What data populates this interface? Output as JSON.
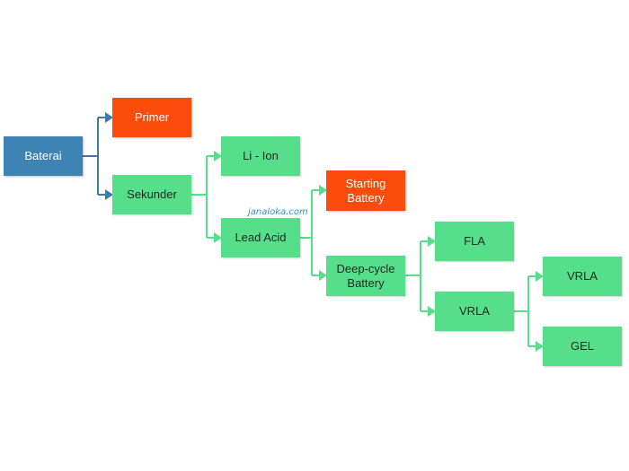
{
  "colors": {
    "root": "#3d84b5",
    "primary": "#fc4c0d",
    "secondary": "#57de8a",
    "connector_root": "#3d7aaa",
    "connector_green": "#57de8a"
  },
  "nodes": {
    "baterai": "Baterai",
    "primer": "Primer",
    "sekunder": "Sekunder",
    "li_ion": "Li - Ion",
    "lead_acid": "Lead Acid",
    "starting_battery": "Starting\nBattery",
    "deep_cycle_battery": "Deep-cycle\nBattery",
    "fla": "FLA",
    "vrla": "VRLA",
    "vrla_child": "VRLA",
    "gel": "GEL"
  },
  "watermark": "janaloka.com"
}
